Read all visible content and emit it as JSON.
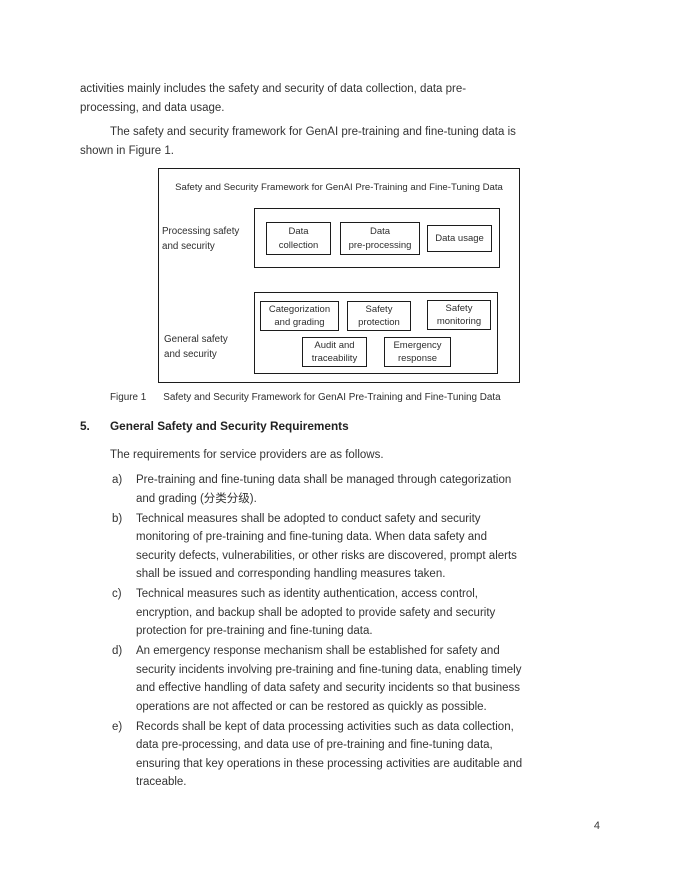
{
  "intro": {
    "para1_lines": [
      "activities mainly includes the safety and security of data collection, data pre-",
      "processing, and data usage."
    ],
    "para2_lines": [
      "The safety and security framework for GenAI pre-training and fine-tuning data is",
      "shown in Figure 1."
    ]
  },
  "figure": {
    "title": "Safety and Security Framework for GenAI Pre-Training and Fine-Tuning Data",
    "processing_group": {
      "label_lines": [
        "Processing safety",
        "and security"
      ],
      "boxes": [
        {
          "lines": [
            "Data",
            "collection"
          ]
        },
        {
          "lines": [
            "Data",
            "pre-processing"
          ]
        },
        {
          "lines": [
            "Data usage"
          ]
        }
      ]
    },
    "general_group": {
      "label_lines": [
        "General safety",
        "and security"
      ],
      "boxes_row1": [
        {
          "lines": [
            "Categorization",
            "and grading"
          ]
        },
        {
          "lines": [
            "Safety",
            "protection"
          ]
        },
        {
          "lines": [
            "Safety",
            "monitoring"
          ]
        }
      ],
      "boxes_row2": [
        {
          "lines": [
            "Audit and",
            "traceability"
          ]
        },
        {
          "lines": [
            "Emergency",
            "response"
          ]
        }
      ]
    },
    "caption_label": "Figure 1",
    "caption_text": "Safety and Security Framework for GenAI Pre-Training and Fine-Tuning Data"
  },
  "section": {
    "number": "5.",
    "title": "General Safety and Security Requirements",
    "lead": "The requirements for service providers are as follows.",
    "items": [
      {
        "marker": "a)",
        "lines": [
          "Pre-training and fine-tuning data shall be managed through categorization",
          "and grading (分类分级)."
        ]
      },
      {
        "marker": "b)",
        "lines": [
          "Technical measures shall be adopted to conduct safety and security",
          "monitoring of pre-training and fine-tuning data. When data safety and",
          "security defects, vulnerabilities, or other risks are discovered, prompt alerts",
          "shall be issued and corresponding handling measures taken."
        ]
      },
      {
        "marker": "c)",
        "lines": [
          "Technical measures such as identity authentication, access control,",
          "encryption, and backup shall be adopted to provide safety and security",
          "protection for pre-training and fine-tuning data."
        ]
      },
      {
        "marker": "d)",
        "lines": [
          "An emergency response mechanism shall be established for safety and",
          "security incidents involving pre-training and fine-tuning data, enabling timely",
          "and effective handling of data safety and security incidents so that business",
          "operations are not affected or can be restored as quickly as possible."
        ]
      },
      {
        "marker": "e)",
        "lines": [
          "Records shall be kept of data processing activities such as data collection,",
          "data pre-processing, and data use of pre-training and fine-tuning data,",
          "ensuring that key operations in these processing activities are auditable and",
          "traceable."
        ]
      }
    ]
  },
  "page": {
    "number": "4"
  }
}
